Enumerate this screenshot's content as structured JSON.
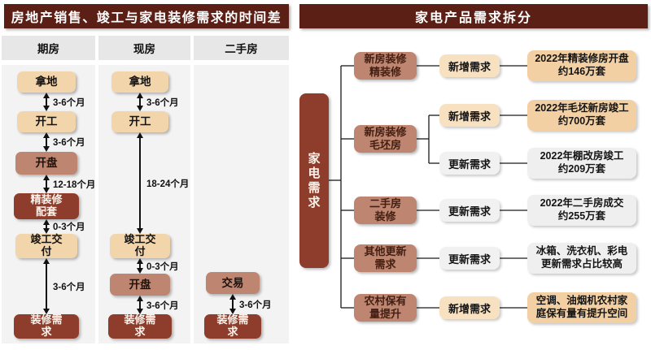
{
  "colors": {
    "title_bar": "#5B1F16",
    "dark_box": "#8E3D2C",
    "salmon_box": "#BE8570",
    "peach_box": "#F3D5AB",
    "peach_light_box": "#F8E1C0",
    "gray_box": "#F1F1F1",
    "column_strip": "#E7E7E7",
    "column_panel": "#F3F3F3"
  },
  "left": {
    "title": "房地产销售、竣工与家电装修需求的时间差",
    "columns": [
      {
        "header": "期房",
        "steps": [
          "拿地",
          "开工",
          "开盘",
          "精装修\n配套",
          "竣工交\n付",
          "装修需\n求"
        ],
        "intervals": [
          "3-6个月",
          "3-6个月",
          "12-18个月",
          "0-3个月",
          "3-6个月"
        ]
      },
      {
        "header": "现房",
        "steps": [
          "拿地",
          "开工",
          "竣工交\n付",
          "开盘",
          "装修需\n求"
        ],
        "intervals": [
          "3-6个月",
          "18-24个月",
          "0-3个月",
          "3-6个月"
        ]
      },
      {
        "header": "二手房",
        "steps": [
          "交易",
          "装修需\n求"
        ],
        "intervals": [
          "3-6个月"
        ]
      }
    ]
  },
  "right": {
    "title": "家电产品需求拆分",
    "root": "家\n电\n需\n求",
    "rows": [
      {
        "category": "新房装修\n精装修",
        "branches": [
          {
            "demand": "新增需求",
            "desc": "2022年精装修房开盘\n约146万套"
          }
        ]
      },
      {
        "category": "新房装修\n毛坯房",
        "branches": [
          {
            "demand": "新增需求",
            "desc": "2022年毛坯新房竣工\n约700万套"
          },
          {
            "demand": "更新需求",
            "desc": "2022年棚改房竣工\n约209万套"
          }
        ]
      },
      {
        "category": "二手房\n装修",
        "branches": [
          {
            "demand": "更新需求",
            "desc": "2022年二手房成交\n约255万套"
          }
        ]
      },
      {
        "category": "其他更新\n需求",
        "branches": [
          {
            "demand": "更新需求",
            "desc": "冰箱、洗衣机、彩电\n更新需求占比较高"
          }
        ]
      },
      {
        "category": "农村保有\n量提升",
        "branches": [
          {
            "demand": "新增需求",
            "desc": "空调、油烟机农村家\n庭保有量有提升空间"
          }
        ]
      }
    ]
  }
}
